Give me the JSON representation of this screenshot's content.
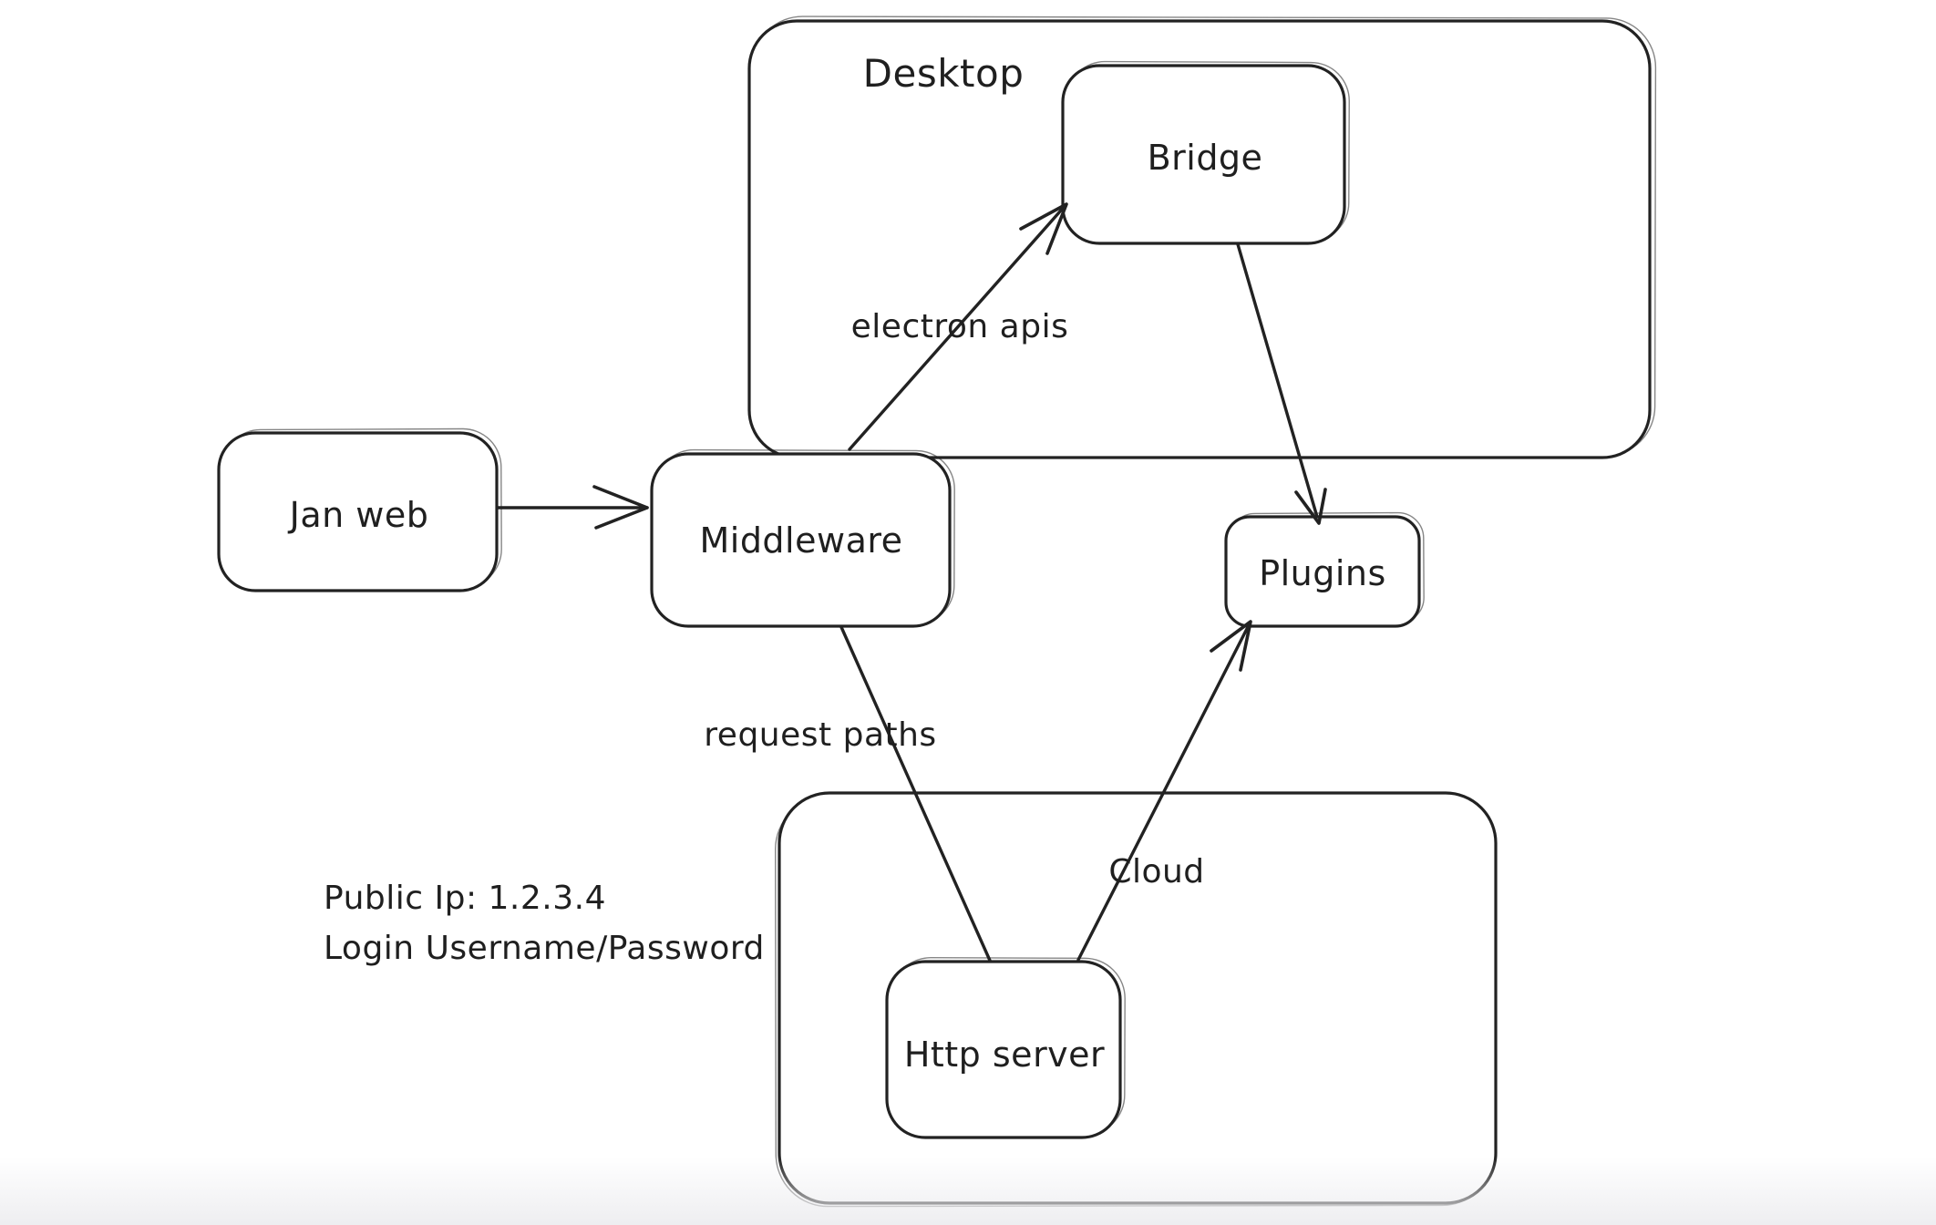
{
  "canvas": {
    "background_color": "#ffffff",
    "stroke_color": "#222222"
  },
  "diagram": {
    "containers": [
      {
        "id": "desktop",
        "label": "Desktop"
      },
      {
        "id": "cloud",
        "label": "Cloud"
      }
    ],
    "nodes": [
      {
        "id": "jan-web",
        "label": "Jan web"
      },
      {
        "id": "middleware",
        "label": "Middleware"
      },
      {
        "id": "bridge",
        "label": "Bridge"
      },
      {
        "id": "plugins",
        "label": "Plugins"
      },
      {
        "id": "http-server",
        "label": "Http server"
      }
    ],
    "edges": [
      {
        "id": "jan-web-to-middleware",
        "from": "Jan web",
        "to": "Middleware",
        "label": "",
        "arrowhead": true
      },
      {
        "id": "middleware-to-bridge",
        "from": "Middleware",
        "to": "Bridge",
        "label": "electron apis",
        "arrowhead": true
      },
      {
        "id": "bridge-to-plugins",
        "from": "Bridge",
        "to": "Plugins",
        "label": "",
        "arrowhead": true
      },
      {
        "id": "middleware-to-http-server",
        "from": "Middleware",
        "to": "Http server",
        "label": "request paths",
        "arrowhead": false
      },
      {
        "id": "http-server-to-plugins",
        "from": "Http server",
        "to": "Plugins",
        "label": "",
        "arrowhead": true
      }
    ],
    "annotations": [
      {
        "id": "public-ip-note",
        "text": "Public Ip: 1.2.3.4"
      },
      {
        "id": "login-note",
        "text": "Login Username/Password"
      }
    ]
  }
}
